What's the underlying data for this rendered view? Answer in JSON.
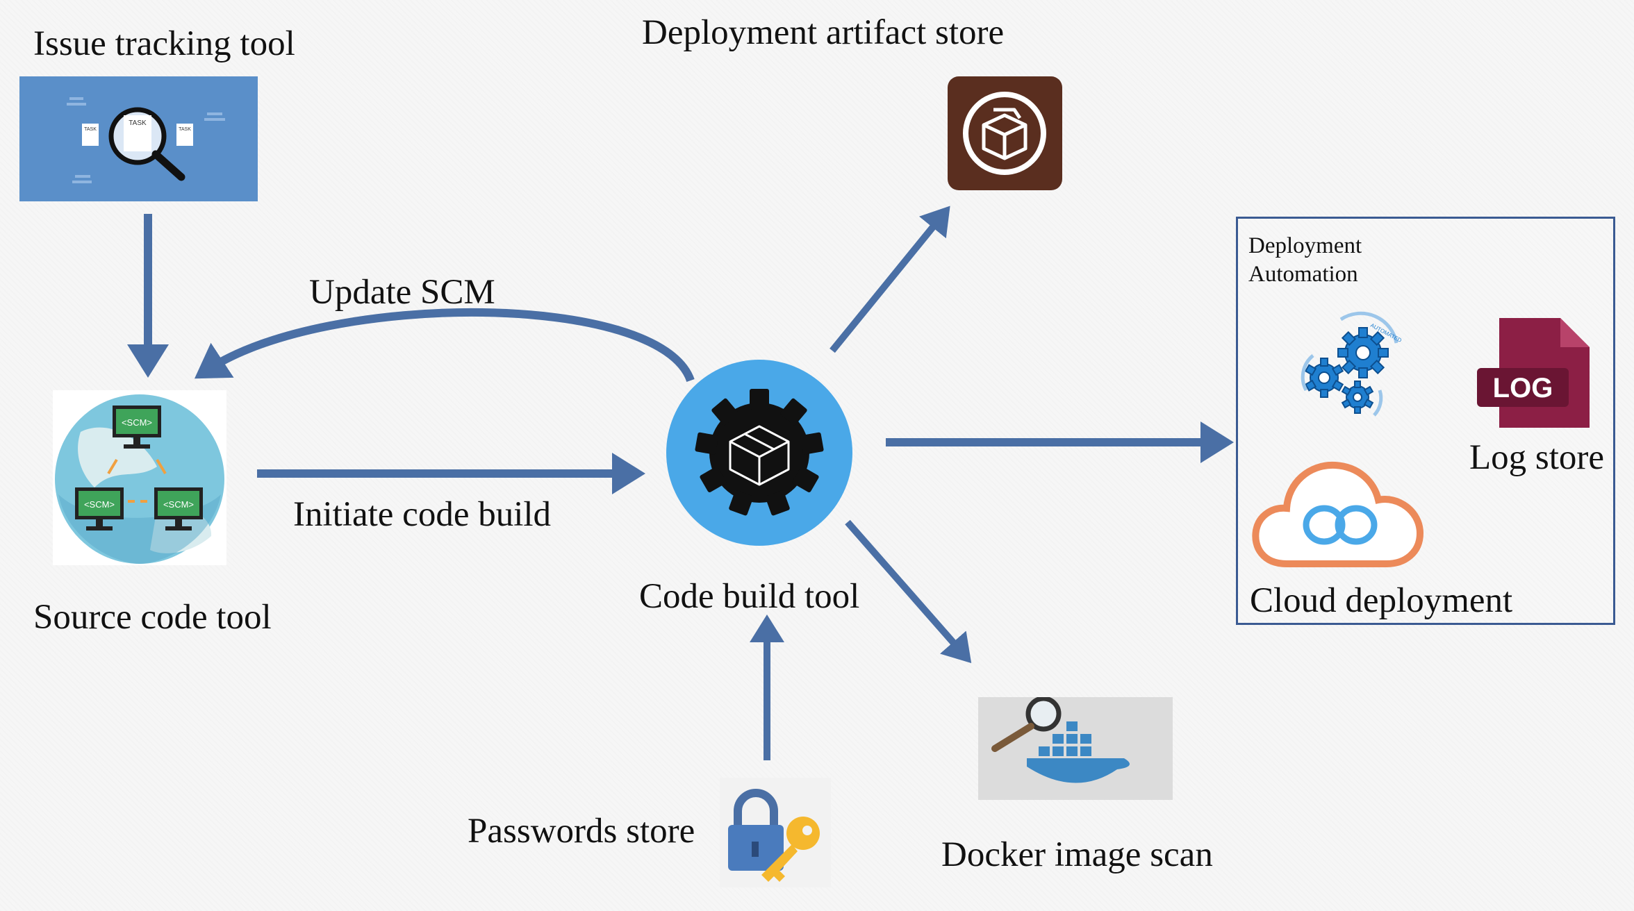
{
  "labels": {
    "issue_tracking": "Issue tracking tool",
    "artifact_store": "Deployment artifact store",
    "update_scm": "Update SCM",
    "initiate_build": "Initiate code build",
    "source_code": "Source code tool",
    "code_build": "Code build tool",
    "passwords": "Passwords store",
    "docker_scan": "Docker image scan",
    "deployment_automation": "Deployment\nAutomation",
    "log_store": "Log store",
    "cloud_deployment": "Cloud deployment"
  },
  "icon_text": {
    "task": "TASK",
    "scm": "<SCM>",
    "log": "LOG",
    "automated": "AUTOMATED"
  },
  "edges": [
    {
      "from": "Issue tracking tool",
      "to": "Source code tool"
    },
    {
      "from": "Source code tool",
      "to": "Code build tool",
      "label": "Initiate code build"
    },
    {
      "from": "Code build tool",
      "to": "Source code tool",
      "label": "Update SCM"
    },
    {
      "from": "Code build tool",
      "to": "Deployment artifact store"
    },
    {
      "from": "Code build tool",
      "to": "Deployment Automation"
    },
    {
      "from": "Code build tool",
      "to": "Docker image scan"
    },
    {
      "from": "Passwords store",
      "to": "Code build tool"
    }
  ],
  "colors": {
    "arrow": "#4a6fa5",
    "issue_bg": "#5a8fc9",
    "artifact_bg": "#5a2e1f",
    "build_bg": "#4aa8e8",
    "cloud": "#ec8a5a",
    "cloud_inner": "#4aa8e8",
    "log": "#8c1f45",
    "gear": "#1f7fd0",
    "box_border": "#3a5a92"
  }
}
